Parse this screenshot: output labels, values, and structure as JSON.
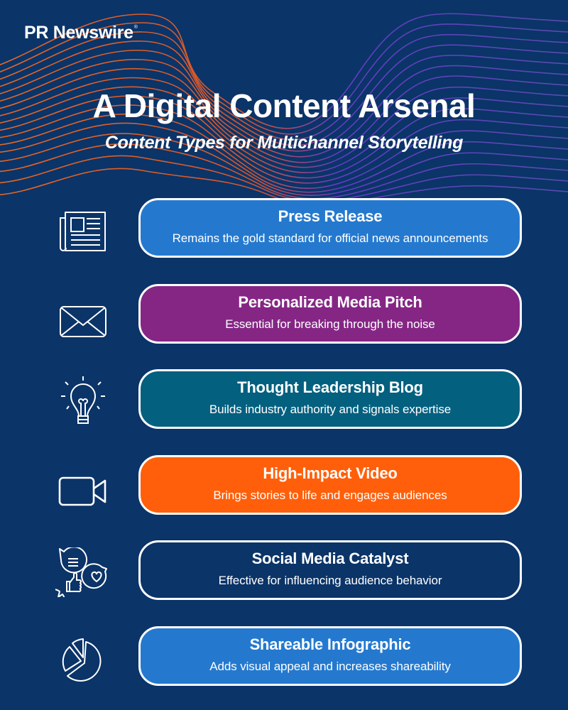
{
  "brand": {
    "name": "PR Newswire",
    "mark": "®"
  },
  "header": {
    "title": "A Digital Content Arsenal",
    "subtitle": "Content Types for Multichannel Storytelling"
  },
  "colors": {
    "background": "#0b3468",
    "wave_orange": "#f26a21",
    "wave_purple": "#6a3bc8",
    "border": "#ffffff"
  },
  "items": [
    {
      "title": "Press Release",
      "description": "Remains the gold standard for official news announcements",
      "icon": "newspaper-icon",
      "color": "#2479cf"
    },
    {
      "title": "Personalized Media Pitch",
      "description": "Essential for breaking through the noise",
      "icon": "envelope-icon",
      "color": "#852685"
    },
    {
      "title": "Thought Leadership Blog",
      "description": "Builds industry authority and signals expertise",
      "icon": "lightbulb-icon",
      "color": "#04607f"
    },
    {
      "title": "High-Impact Video",
      "description": "Brings stories to life and engages audiences",
      "icon": "video-camera-icon",
      "color": "#ff5f0a"
    },
    {
      "title": "Social Media Catalyst",
      "description": "Effective for influencing audience behavior",
      "icon": "social-chat-icon",
      "color": "#0b3468"
    },
    {
      "title": "Shareable Infographic",
      "description": "Adds visual appeal and increases shareability",
      "icon": "pie-chart-icon",
      "color": "#2479cf"
    }
  ]
}
